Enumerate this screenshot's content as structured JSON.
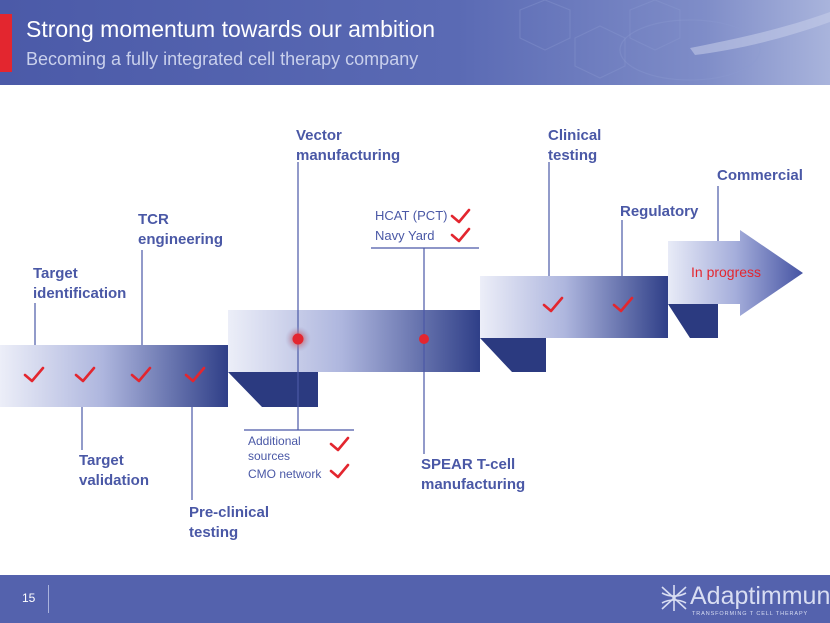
{
  "header": {
    "title": "Strong momentum towards our ambition",
    "subtitle": "Becoming a fully integrated cell therapy company"
  },
  "stages_above": {
    "target_identification": "Target identification",
    "tcr_engineering": "TCR engineering",
    "vector_manufacturing": "Vector manufacturing",
    "clinical_testing": "Clinical testing",
    "regulatory": "Regulatory",
    "commercial": "Commercial"
  },
  "stages_below": {
    "target_validation": "Target validation",
    "preclinical_testing": "Pre-clinical testing",
    "spear_manufacturing": "SPEAR T-cell manufacturing"
  },
  "spear_sites": [
    "HCAT (PCT)",
    "Navy Yard"
  ],
  "vector_sources": [
    "Additional sources",
    "CMO network"
  ],
  "arrow_status": "In progress",
  "footer": {
    "page_number": "15",
    "brand": "Adaptimmune",
    "tagline": "TRANSFORMING T CELL THERAPY"
  },
  "colors": {
    "brand_blue": "#4a58a6",
    "accent_red": "#e3262f",
    "footer_blue": "#5462ad"
  }
}
